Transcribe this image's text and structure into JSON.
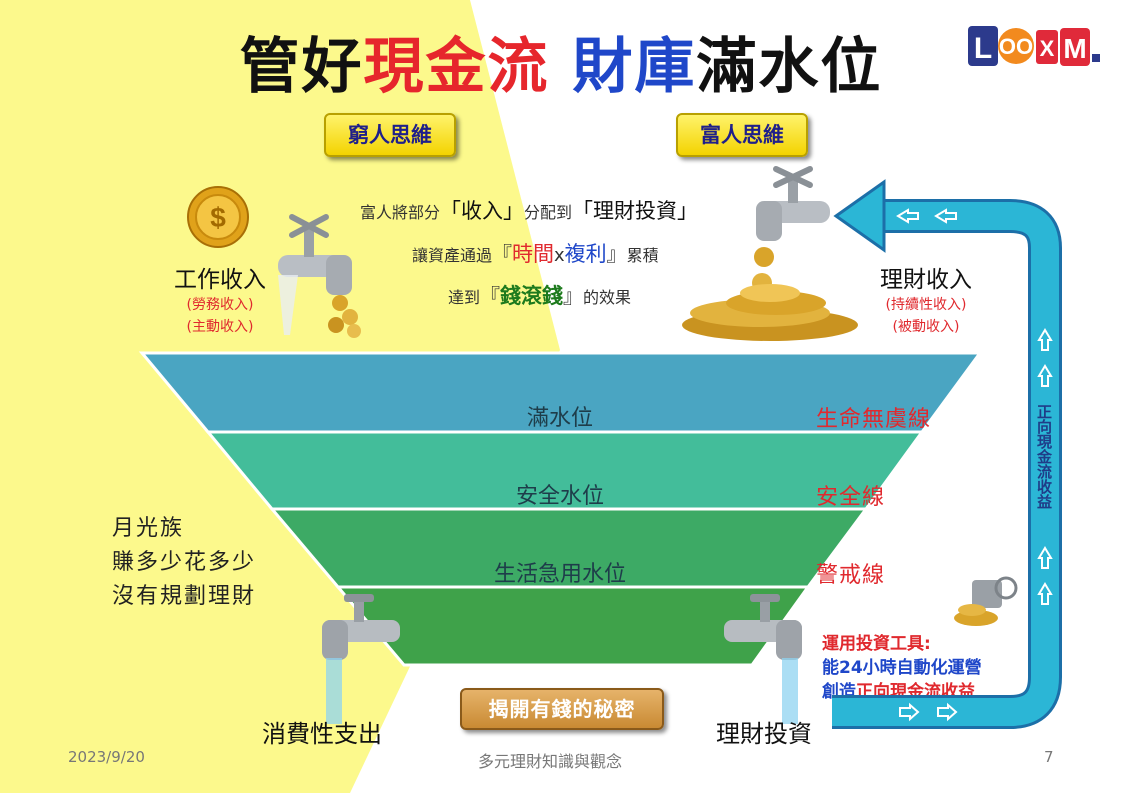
{
  "title": {
    "part1": "管好",
    "part2": "現金流",
    "part3": " 財庫",
    "part4": "滿水位"
  },
  "logo": {
    "text": "LOOXM"
  },
  "badges": {
    "poor": "窮人思維",
    "rich": "富人思維",
    "secret": "揭開有錢的秘密"
  },
  "center_text": {
    "line1_a": "富人將部分",
    "line1_b": "「收入」",
    "line1_c": "分配到",
    "line1_d": "「理財投資」",
    "line2_a": "讓資產通過",
    "line2_b": "『",
    "line2_c": "時間",
    "line2_d": "x",
    "line2_e": "複利",
    "line2_f": "』",
    "line2_g": "累積",
    "line3_a": "達到",
    "line3_b": "『",
    "line3_c": "錢滾錢",
    "line3_d": "』",
    "line3_e": "的效果"
  },
  "income_left": {
    "title": "工作收入",
    "sub1": "(勞務收入)",
    "sub2": "(主動收入)"
  },
  "income_right": {
    "title": "理財收入",
    "sub1": "(持續性收入)",
    "sub2": "(被動收入)"
  },
  "levels": [
    {
      "label": "滿水位",
      "line": "生命無虞線",
      "color": "#4aa5c2"
    },
    {
      "label": "安全水位",
      "line": "安全線",
      "color": "#43bd9a"
    },
    {
      "label": "生活急用水位",
      "line": "警戒線",
      "color": "#3daa65"
    },
    {
      "label": "",
      "line": "",
      "color": "#3fa24a"
    }
  ],
  "left_notes": [
    "月光族",
    "賺多少花多少",
    "沒有規劃理財"
  ],
  "bottom": {
    "spend": "消費性支出",
    "invest": "理財投資"
  },
  "tool_text": {
    "line1": "運用投資工具:",
    "line2": "能24小時自動化運營",
    "line3_a": "創造",
    "line3_b": "正向現金流收益"
  },
  "arrow_label": "正向現金流收益",
  "footer": {
    "date": "2023/9/20",
    "center": "多元理財知識與觀念",
    "page": "7"
  },
  "colors": {
    "left_bg": "#fcf98c",
    "arrow": "#2bb6d6",
    "arrow_border": "#1c6fa8"
  }
}
